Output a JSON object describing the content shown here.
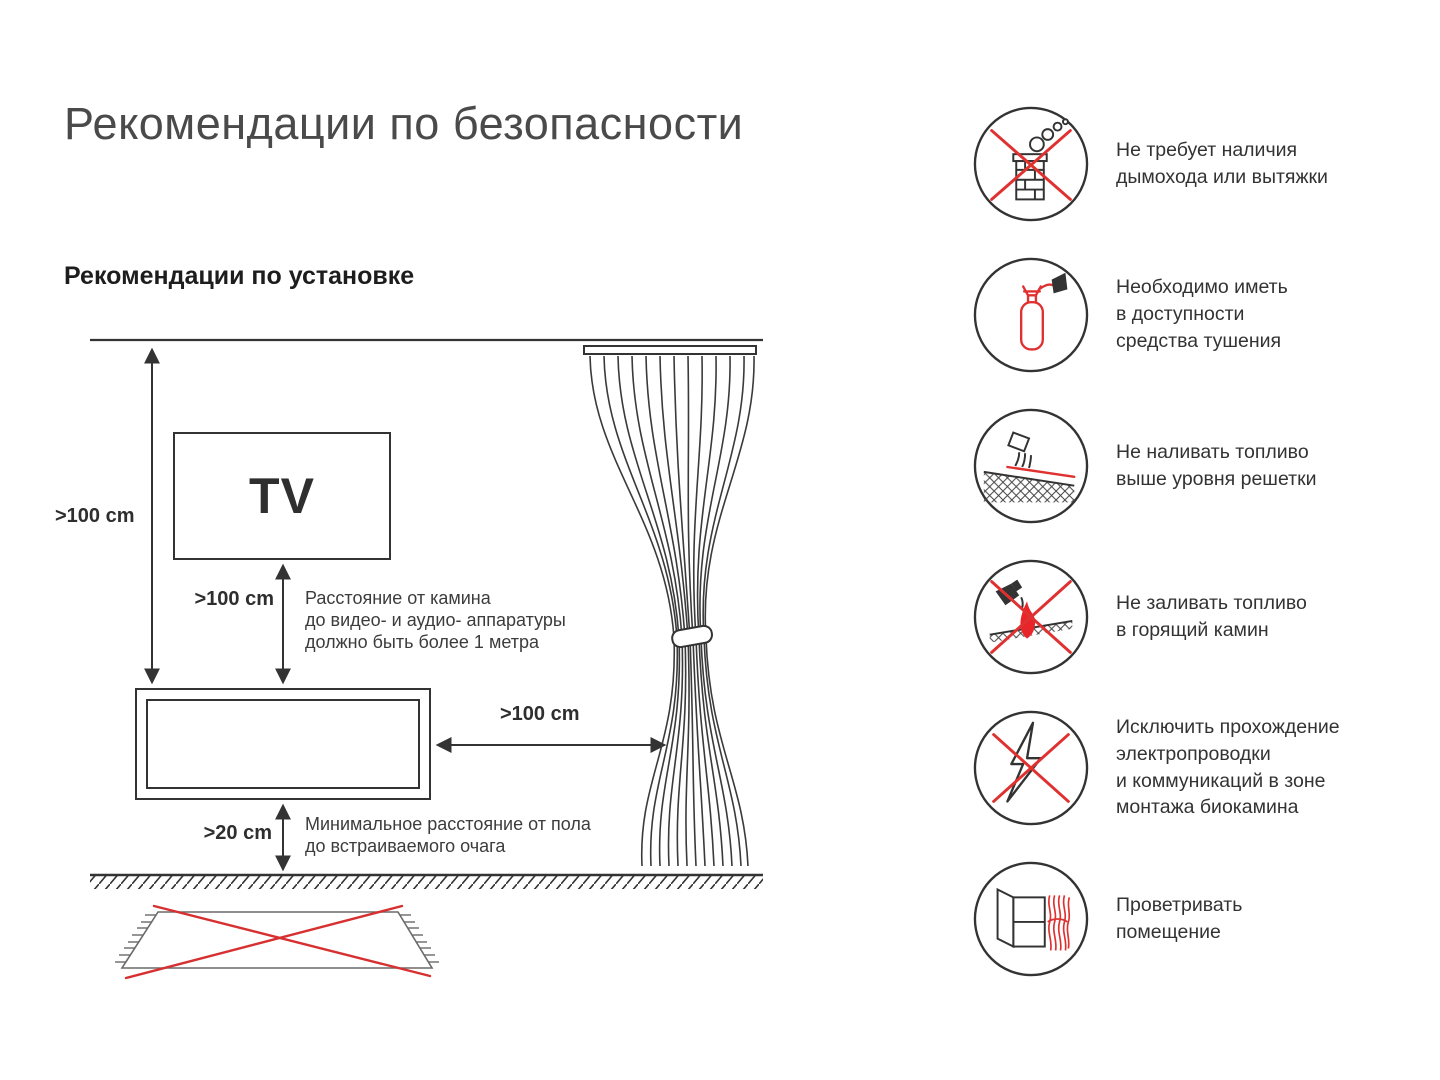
{
  "page": {
    "title": "Рекомендации по безопасности",
    "subtitle": "Рекомендации по установке"
  },
  "diagram": {
    "tv_label": "TV",
    "dims": {
      "ceiling_to_fireplace": ">100 cm",
      "tv_to_fireplace": ">100 cm",
      "fireplace_to_curtain": ">100 cm",
      "floor_to_fireplace": ">20 cm"
    },
    "notes": {
      "tv_distance": "Расстояние от камина\nдо видео- и аудио- аппаратуры\nдолжно быть более 1 метра",
      "floor_distance": "Минимальное расстояние от пола\nдо встраиваемого очага"
    }
  },
  "safety": {
    "items": [
      {
        "icon": "no-chimney-icon",
        "text": "Не требует наличия\nдымохода или вытяжки"
      },
      {
        "icon": "fire-extinguisher-icon",
        "text": "Необходимо иметь\nв доступности\nсредства тушения"
      },
      {
        "icon": "fuel-above-grate-icon",
        "text": "Не наливать топливо\nвыше уровня решетки"
      },
      {
        "icon": "no-refuel-burning-icon",
        "text": "Не заливать топливо\nв горящий камин"
      },
      {
        "icon": "no-electrical-wiring-icon",
        "text": "Исключить прохождение\nэлектропроводки\nи коммуникаций в зоне\nмонтажа биокамина"
      },
      {
        "icon": "ventilate-room-icon",
        "text": "Проветривать\nпомещение"
      }
    ]
  },
  "colors": {
    "line": "#333333",
    "accent_red": "#e03131",
    "flame_red": "#e8262a"
  }
}
